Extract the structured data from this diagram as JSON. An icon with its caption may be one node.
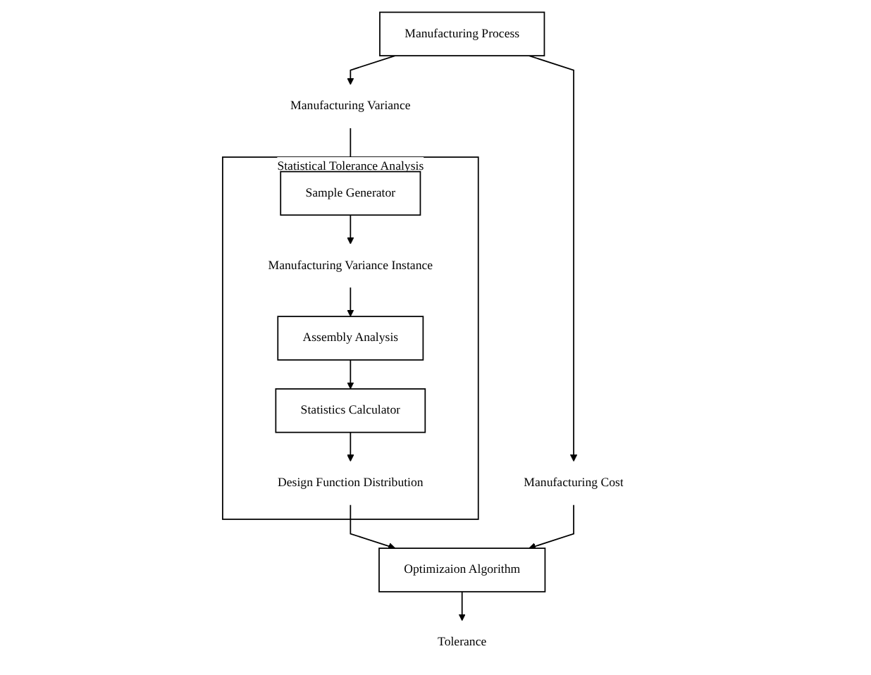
{
  "diagram": {
    "nodes": [
      {
        "text": [
          "Tolerance"
        ]
      },
      {
        "text": [
          "Manufacturing Process"
        ]
      },
      {
        "text": [
          "Manufacturing Cost"
        ]
      },
      {
        "text": [
          "Manufacturing Variance"
        ]
      },
      {
        "text": [
          "Statistical Tolerance Analysis"
        ]
      },
      {
        "text": [
          "Sample Generator"
        ],
        "in": 4
      },
      {
        "text": [
          "Manufacturing Variance Instance"
        ],
        "in": 4
      },
      {
        "text": [
          "Assembly Analysis"
        ],
        "in": 4
      },
      {
        "text": [
          "Statistics Calculator"
        ],
        "in": 4
      },
      {
        "text": [
          "Design Function Distribution"
        ],
        "in": 4
      },
      {
        "text": [
          "Optimizaion Algorithm"
        ]
      }
    ],
    "edges": [
      {
        "from": 1,
        "to": 2,
        "arrow": "to"
      },
      {
        "from": 1,
        "to": 3,
        "arrow": "to"
      },
      {
        "from": 3,
        "to": 5,
        "arrow": "to"
      },
      {
        "from": 5,
        "to": 6,
        "arrow": "to"
      },
      {
        "from": 6,
        "to": 7,
        "arrow": "to"
      },
      {
        "from": 7,
        "to": 8,
        "arrow": "to"
      },
      {
        "from": 8,
        "to": 9,
        "arrow": "to"
      },
      {
        "from": 9,
        "to": 10,
        "arrow": "to"
      },
      {
        "from": 2,
        "to": 10,
        "arrow": "to"
      },
      {
        "from": 10,
        "to": 0,
        "arrow": "to"
      }
    ]
  }
}
